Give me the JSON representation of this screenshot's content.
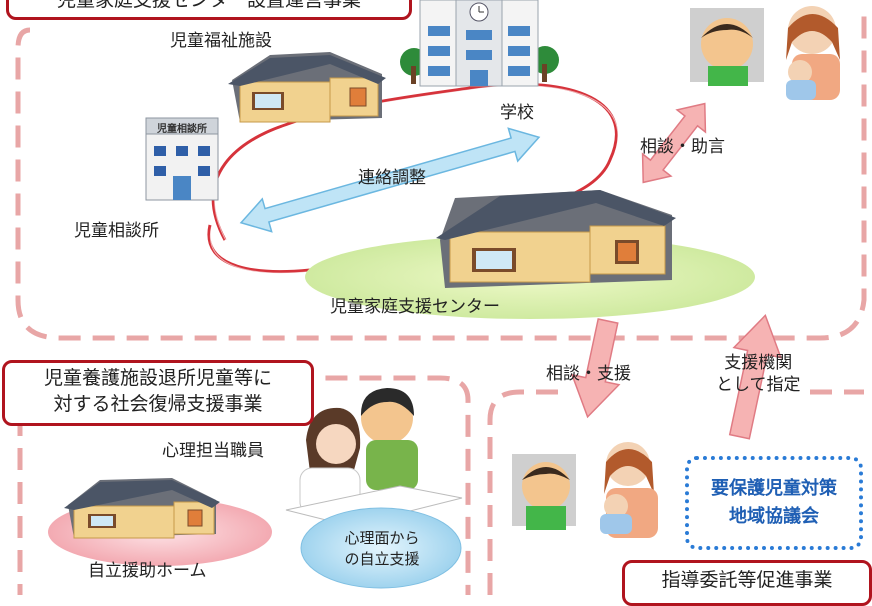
{
  "regions": {
    "top_title": "児童家庭支援センター設置運営事業",
    "left_title_line1": "児童養護施設退所児童等に",
    "left_title_line2": "対する社会復帰支援事業",
    "right_title": "指導委託等促進事業"
  },
  "labels": {
    "welfare_facility": "児童福祉施設",
    "school": "学校",
    "consultation_office_sign": "児童相談所",
    "consultation_office": "児童相談所",
    "liaison": "連絡調整",
    "center": "児童家庭支援センター",
    "advice": "相談・助言",
    "consult_support": "相談・支援",
    "designated_line1": "支援機関",
    "designated_line2": "として指定",
    "psych_staff": "心理担当職員",
    "independence_home": "自立援助ホーム",
    "psych_support_line1": "心理面から",
    "psych_support_line2": "の自立支援"
  },
  "council": {
    "line1": "要保護児童対策",
    "line2": "地域協議会"
  },
  "colors": {
    "title_border": "#b0141e",
    "dashed_region": "#e8a6a6",
    "arrow_pink": "#f6b3b3",
    "arrow_blue": "#a8d8f0",
    "council_blue": "#2a7bd6",
    "path_red": "#d6333b"
  }
}
